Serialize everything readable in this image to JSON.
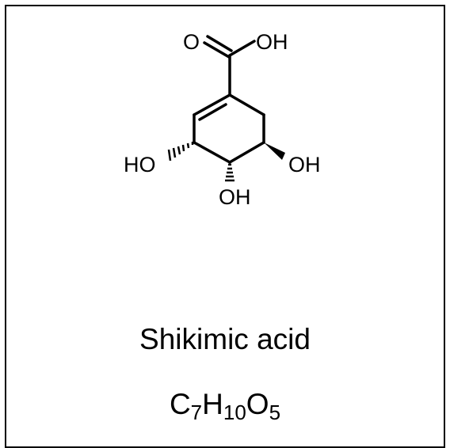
{
  "molecule": {
    "name": "Shikimic acid",
    "formula": {
      "c": "C",
      "c_count": "7",
      "h": "H",
      "h_count": "10",
      "o": "O",
      "o_count": "5"
    },
    "atoms": {
      "carbonyl_o": "O",
      "acid_oh": "OH",
      "oh_left": "HO",
      "oh_right": "OH",
      "oh_bottom": "OH"
    }
  },
  "colors": {
    "ink": "#000000",
    "background": "#ffffff"
  }
}
